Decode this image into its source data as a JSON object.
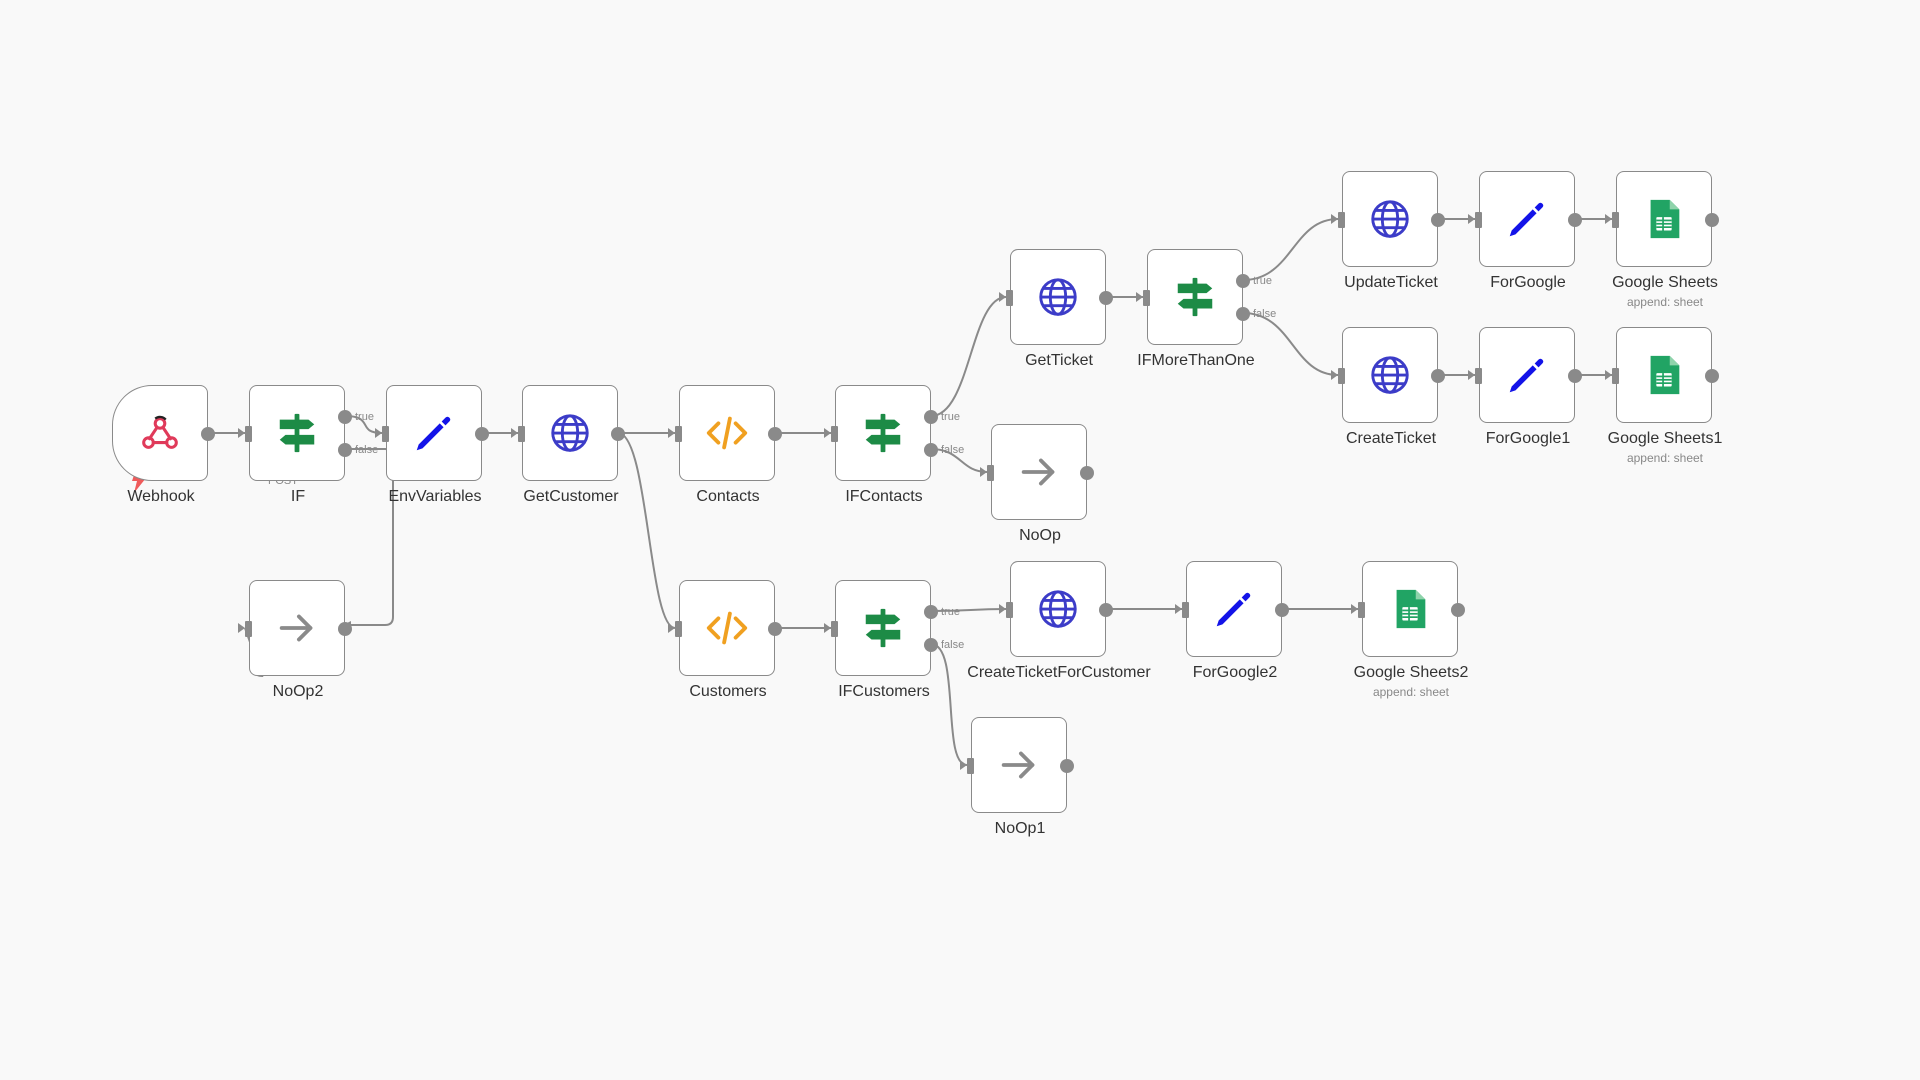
{
  "colors": {
    "edge": "#8a8a8a",
    "if_green": "#1d8b46",
    "pen_blue": "#1313e8",
    "http_blue": "#3c3cc8",
    "code_orange": "#f0a020",
    "sheets_green": "#21a464",
    "noop_gray": "#8a8a8a",
    "webhook_red": "#e03a5a",
    "bolt_red": "#ef5b5b"
  },
  "nodes": [
    {
      "id": "webhook",
      "label": "Webhook",
      "icon": "webhook-icon",
      "sub": ""
    },
    {
      "id": "if",
      "label": "IF",
      "icon": "if-signpost-icon",
      "sub": ""
    },
    {
      "id": "env",
      "label": "EnvVariables",
      "icon": "pen-icon",
      "sub": ""
    },
    {
      "id": "getcustomer",
      "label": "GetCustomer",
      "icon": "globe-icon",
      "sub": ""
    },
    {
      "id": "contacts",
      "label": "Contacts",
      "icon": "code-icon",
      "sub": ""
    },
    {
      "id": "ifcontacts",
      "label": "IFContacts",
      "icon": "if-signpost-icon",
      "sub": ""
    },
    {
      "id": "gettick",
      "label": "GetTicket",
      "icon": "globe-icon",
      "sub": ""
    },
    {
      "id": "ifmore",
      "label": "IFMoreThanOne",
      "icon": "if-signpost-icon",
      "sub": ""
    },
    {
      "id": "update",
      "label": "UpdateTicket",
      "icon": "globe-icon",
      "sub": ""
    },
    {
      "id": "forgoogle",
      "label": "ForGoogle",
      "icon": "pen-icon",
      "sub": ""
    },
    {
      "id": "gs",
      "label": "Google Sheets",
      "icon": "sheets-icon",
      "sub": "append: sheet"
    },
    {
      "id": "create",
      "label": "CreateTicket",
      "icon": "globe-icon",
      "sub": ""
    },
    {
      "id": "forgoogle1",
      "label": "ForGoogle1",
      "icon": "pen-icon",
      "sub": ""
    },
    {
      "id": "gs1",
      "label": "Google Sheets1",
      "icon": "sheets-icon",
      "sub": "append: sheet"
    },
    {
      "id": "noop",
      "label": "NoOp",
      "icon": "arrow-right-icon",
      "sub": ""
    },
    {
      "id": "noop2",
      "label": "NoOp2",
      "icon": "arrow-right-icon",
      "sub": ""
    },
    {
      "id": "customers",
      "label": "Customers",
      "icon": "code-icon",
      "sub": ""
    },
    {
      "id": "ifcustomers",
      "label": "IFCustomers",
      "icon": "if-signpost-icon",
      "sub": ""
    },
    {
      "id": "ctfc",
      "label": "CreateTicketForCustomer",
      "icon": "globe-icon",
      "sub": ""
    },
    {
      "id": "forgoogle2",
      "label": "ForGoogle2",
      "icon": "pen-icon",
      "sub": ""
    },
    {
      "id": "gs2",
      "label": "Google Sheets2",
      "icon": "sheets-icon",
      "sub": "append: sheet"
    },
    {
      "id": "noop1",
      "label": "NoOp1",
      "icon": "arrow-right-icon",
      "sub": ""
    }
  ],
  "edge_labels": {
    "post": "POST",
    "true": "true",
    "false": "false"
  }
}
